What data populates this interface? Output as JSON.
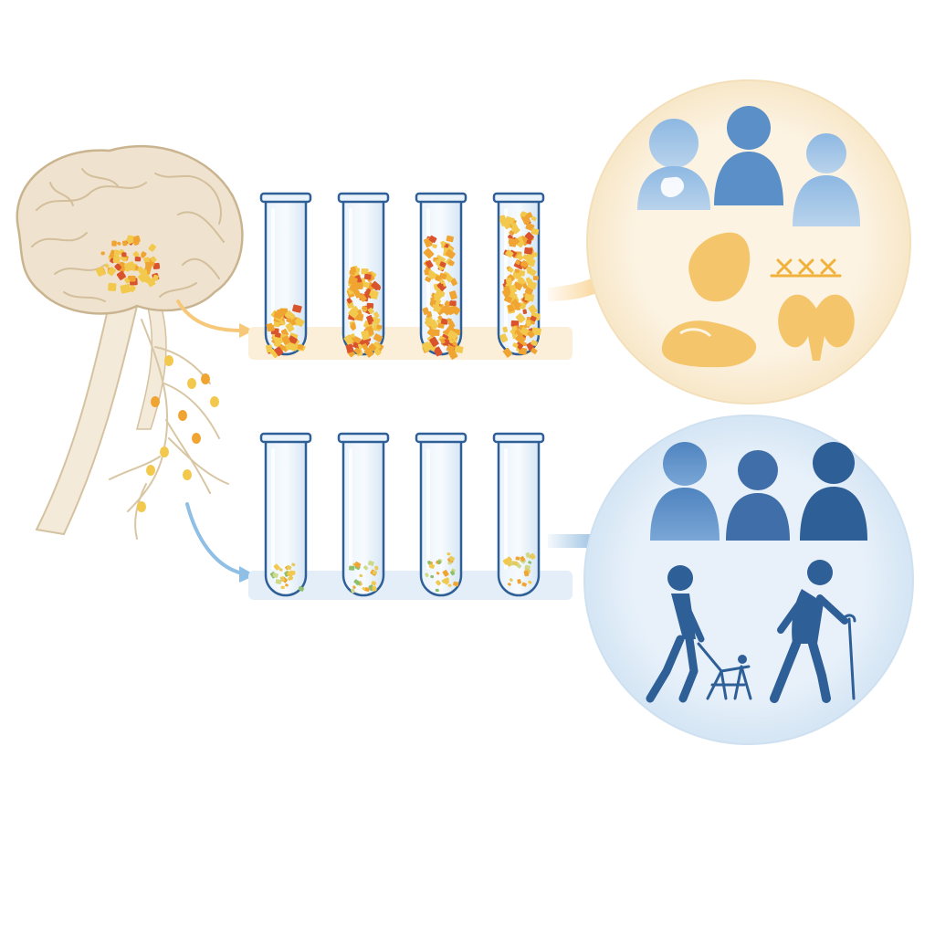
{
  "palette": {
    "brain_fill": "#efe3cf",
    "brain_stroke": "#c9b48f",
    "deposit_orange": "#f0a431",
    "deposit_red": "#d9542c",
    "deposit_yellow": "#f2c94c",
    "deposit_green": "#8fbf6a",
    "tube_glass": "#dcebf7",
    "tube_rim": "#2f5f97",
    "warm_shelf": "#fbefd9",
    "cool_shelf": "#e3eef8",
    "warm_arrow": "#f5a623",
    "cool_arrow": "#3a86c8",
    "warm_circle": "#fcf3e3",
    "cool_circle": "#e6f0f9",
    "person_light": "#8db8e2",
    "person_mid": "#5a8fc8",
    "person_dark": "#2f5f97",
    "organ_fill": "#f4c56a"
  },
  "rows": [
    {
      "id": "high",
      "theme": "warm",
      "tube_fill_levels": [
        0.3,
        0.55,
        0.75,
        0.9
      ],
      "tube_density": "high"
    },
    {
      "id": "low",
      "theme": "cool",
      "tube_fill_levels": [
        0.18,
        0.2,
        0.25,
        0.25
      ],
      "tube_density": "low"
    }
  ],
  "warm_panel": {
    "people_icons": [
      "person-with-organ-icon",
      "person-icon",
      "person-icon"
    ],
    "organ_icons": [
      "liver-icon",
      "kidney-icon",
      "thyroid-icon",
      "cross-marks-icon"
    ]
  },
  "cool_panel": {
    "people_icons": [
      "person-icon",
      "person-icon",
      "person-icon"
    ],
    "mobility_icons": [
      "person-with-walker-icon",
      "person-with-cane-icon"
    ]
  }
}
